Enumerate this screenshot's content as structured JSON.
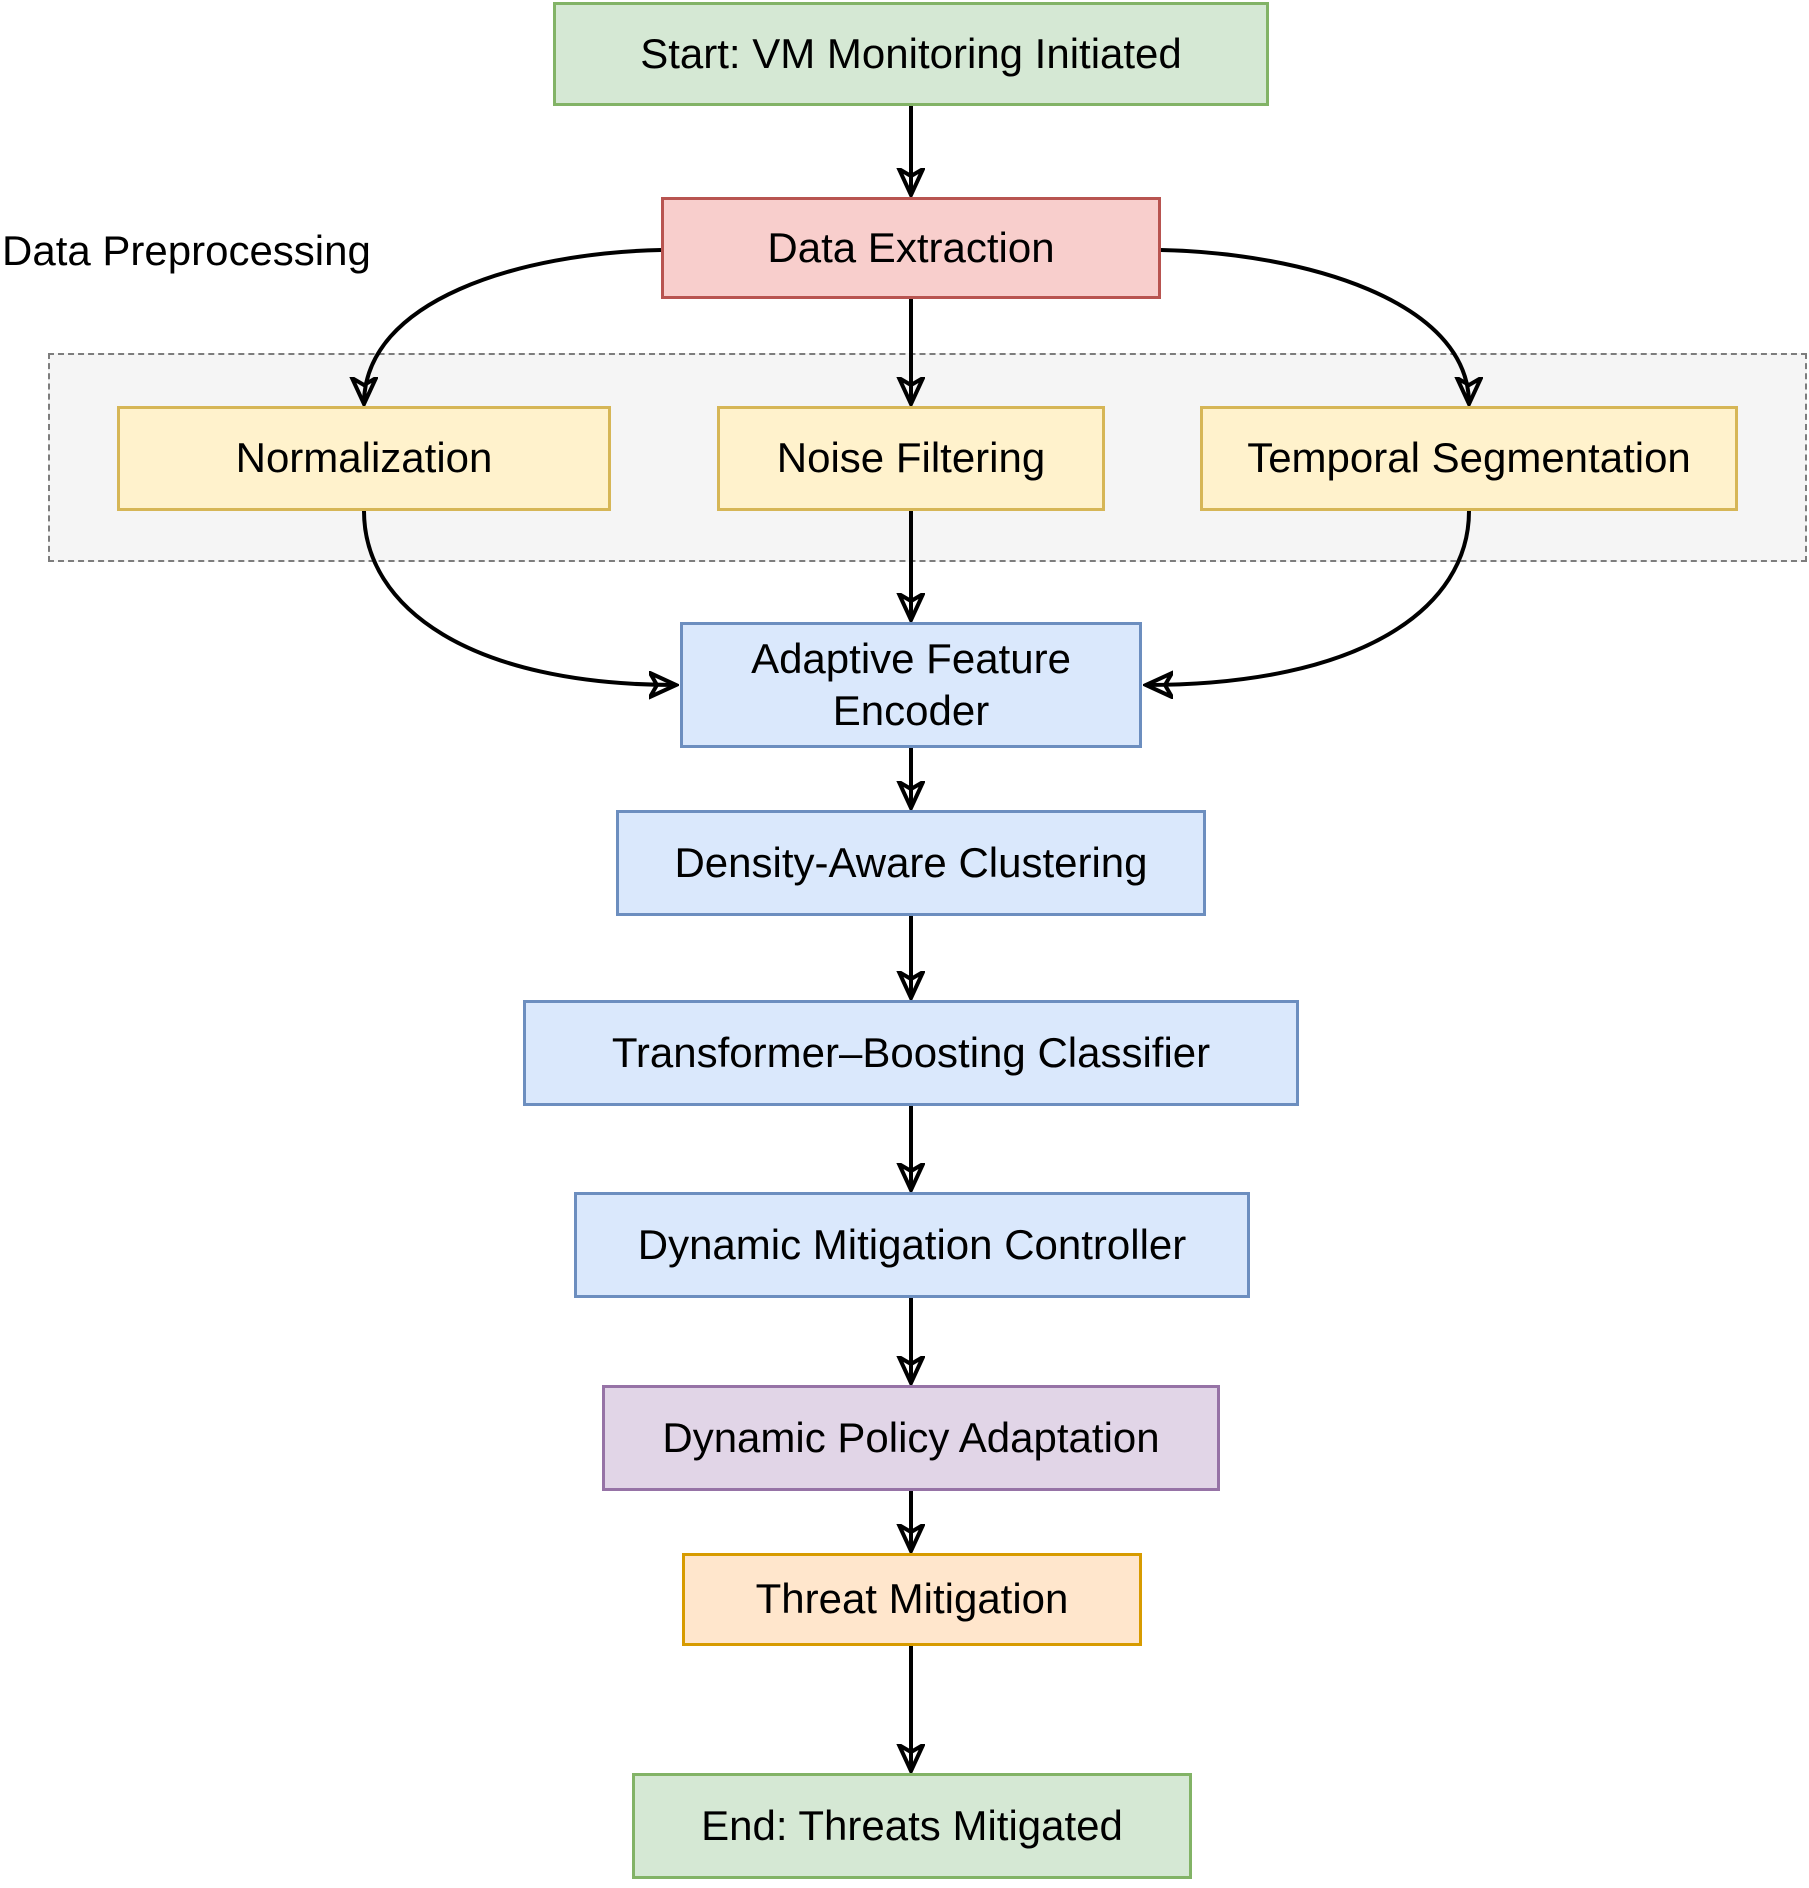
{
  "diagram": {
    "group": {
      "label": "Data Preprocessing"
    },
    "nodes": {
      "start": {
        "label": "Start: VM Monitoring Initiated",
        "fill": "#d5e8d4",
        "stroke": "#82b366"
      },
      "data_extraction": {
        "label": "Data Extraction",
        "fill": "#f8cecc",
        "stroke": "#b85450"
      },
      "normalization": {
        "label": "Normalization",
        "fill": "#fff2cc",
        "stroke": "#d6b656"
      },
      "noise_filtering": {
        "label": "Noise Filtering",
        "fill": "#fff2cc",
        "stroke": "#d6b656"
      },
      "temporal_segmentation": {
        "label": "Temporal Segmentation",
        "fill": "#fff2cc",
        "stroke": "#d6b656"
      },
      "adaptive_feature_encoder": {
        "label": "Adaptive Feature Encoder",
        "fill": "#dae8fc",
        "stroke": "#6c8ebf"
      },
      "density_aware_clustering": {
        "label": "Density-Aware Clustering",
        "fill": "#dae8fc",
        "stroke": "#6c8ebf"
      },
      "transformer_boosting_classifier": {
        "label": "Transformer–Boosting Classifier",
        "fill": "#dae8fc",
        "stroke": "#6c8ebf"
      },
      "dynamic_mitigation_controller": {
        "label": "Dynamic Mitigation Controller",
        "fill": "#dae8fc",
        "stroke": "#6c8ebf"
      },
      "dynamic_policy_adaptation": {
        "label": "Dynamic Policy Adaptation",
        "fill": "#e1d5e7",
        "stroke": "#9673a6"
      },
      "threat_mitigation": {
        "label": "Threat Mitigation",
        "fill": "#ffe6cc",
        "stroke": "#d79b00"
      },
      "end": {
        "label": "End: Threats Mitigated",
        "fill": "#d5e8d4",
        "stroke": "#82b366"
      }
    },
    "edges": [
      {
        "from": "start",
        "to": "data_extraction"
      },
      {
        "from": "data_extraction",
        "to": "normalization"
      },
      {
        "from": "data_extraction",
        "to": "noise_filtering"
      },
      {
        "from": "data_extraction",
        "to": "temporal_segmentation"
      },
      {
        "from": "normalization",
        "to": "adaptive_feature_encoder"
      },
      {
        "from": "noise_filtering",
        "to": "adaptive_feature_encoder"
      },
      {
        "from": "temporal_segmentation",
        "to": "adaptive_feature_encoder"
      },
      {
        "from": "adaptive_feature_encoder",
        "to": "density_aware_clustering"
      },
      {
        "from": "density_aware_clustering",
        "to": "transformer_boosting_classifier"
      },
      {
        "from": "transformer_boosting_classifier",
        "to": "dynamic_mitigation_controller"
      },
      {
        "from": "dynamic_mitigation_controller",
        "to": "dynamic_policy_adaptation"
      },
      {
        "from": "dynamic_policy_adaptation",
        "to": "threat_mitigation"
      },
      {
        "from": "threat_mitigation",
        "to": "end"
      }
    ]
  }
}
